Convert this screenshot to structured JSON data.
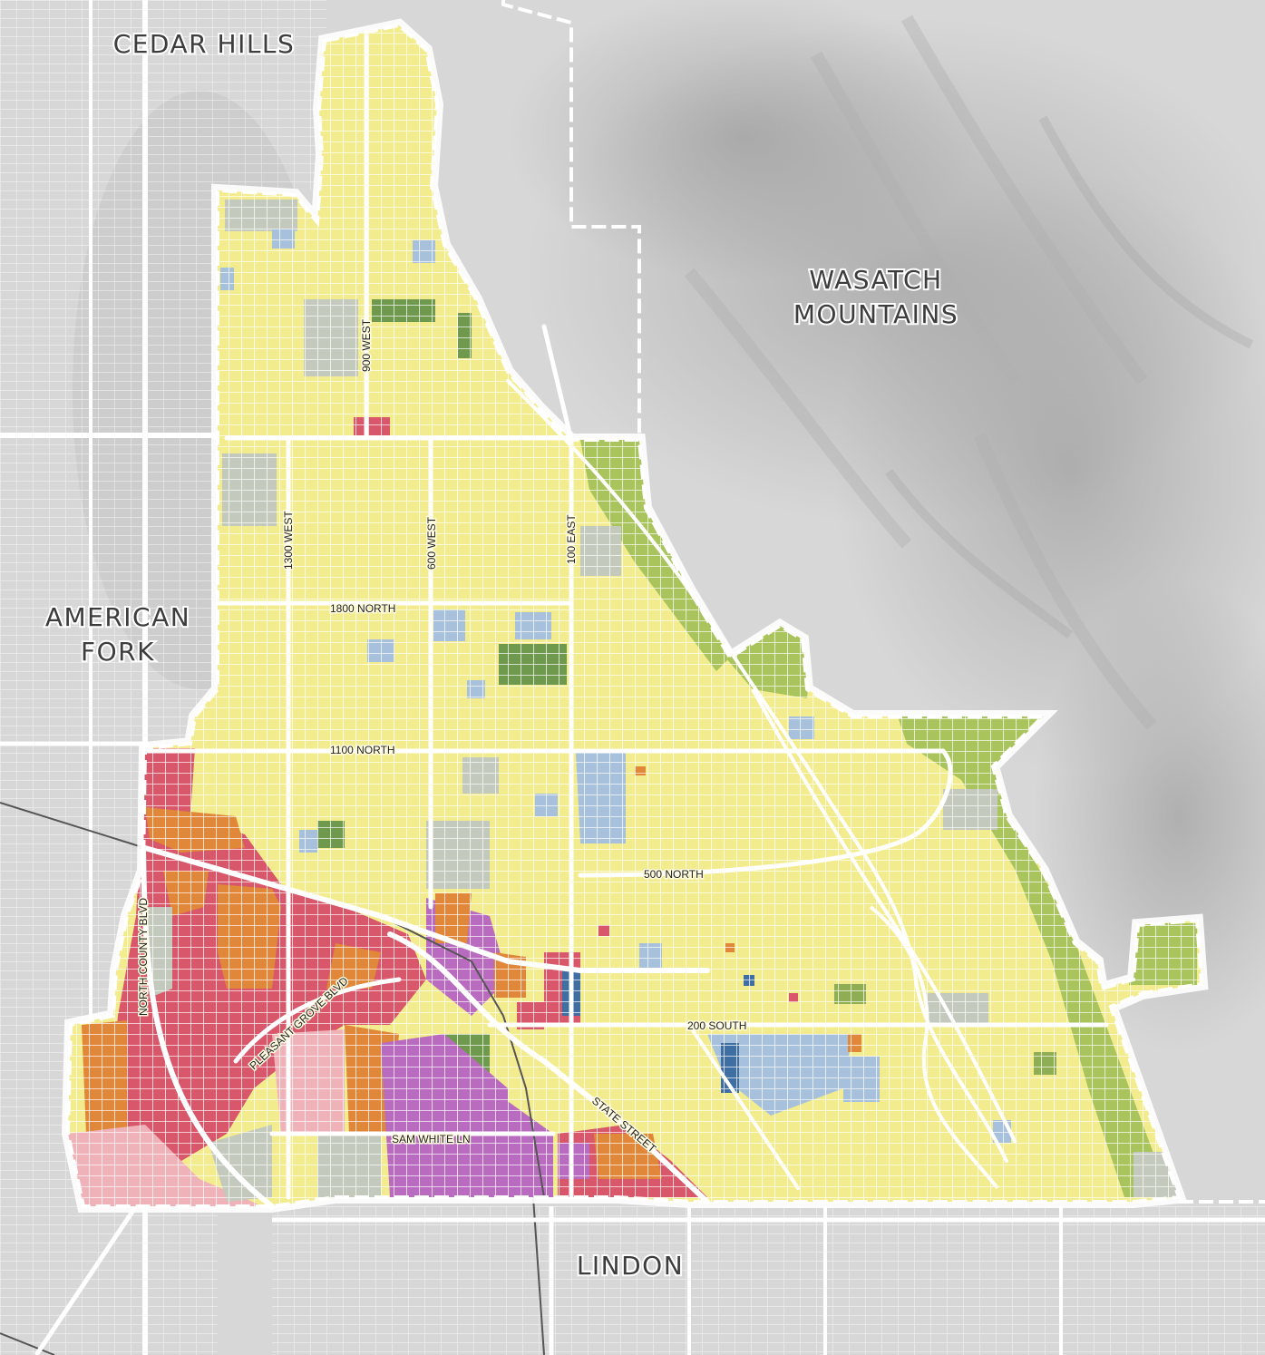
{
  "places": {
    "cedar_hills": "CEDAR HILLS",
    "american_fork_1": "AMERICAN",
    "american_fork_2": "FORK",
    "wasatch_1": "WASATCH",
    "wasatch_2": "MOUNTAINS",
    "lindon": "LINDON"
  },
  "streets": {
    "w900": "900 WEST",
    "w1300": "1300 WEST",
    "w600": "600 WEST",
    "e100": "100 EAST",
    "n1800": "1800 NORTH",
    "n1100": "1100 NORTH",
    "n500": "500 NORTH",
    "s200": "200 SOUTH",
    "north_county": "NORTH COUNTY BLVD",
    "pg_blvd": "PLEASANT GROVE BLVD",
    "state_street": "STATE STREET",
    "sam_white": "SAM WHITE LN"
  },
  "colors": {
    "residential_yellow": "#f3ec8e",
    "parks_green": "#a9c45c",
    "public_grey": "#c3c9bd",
    "civic_blue": "#a7c1dd",
    "commercial_red": "#d8576a",
    "mixed_orange": "#e0873a",
    "industrial_purple": "#b86bbf",
    "office_pink": "#efb2b9",
    "terrain_grey": "#cfcfcf"
  }
}
